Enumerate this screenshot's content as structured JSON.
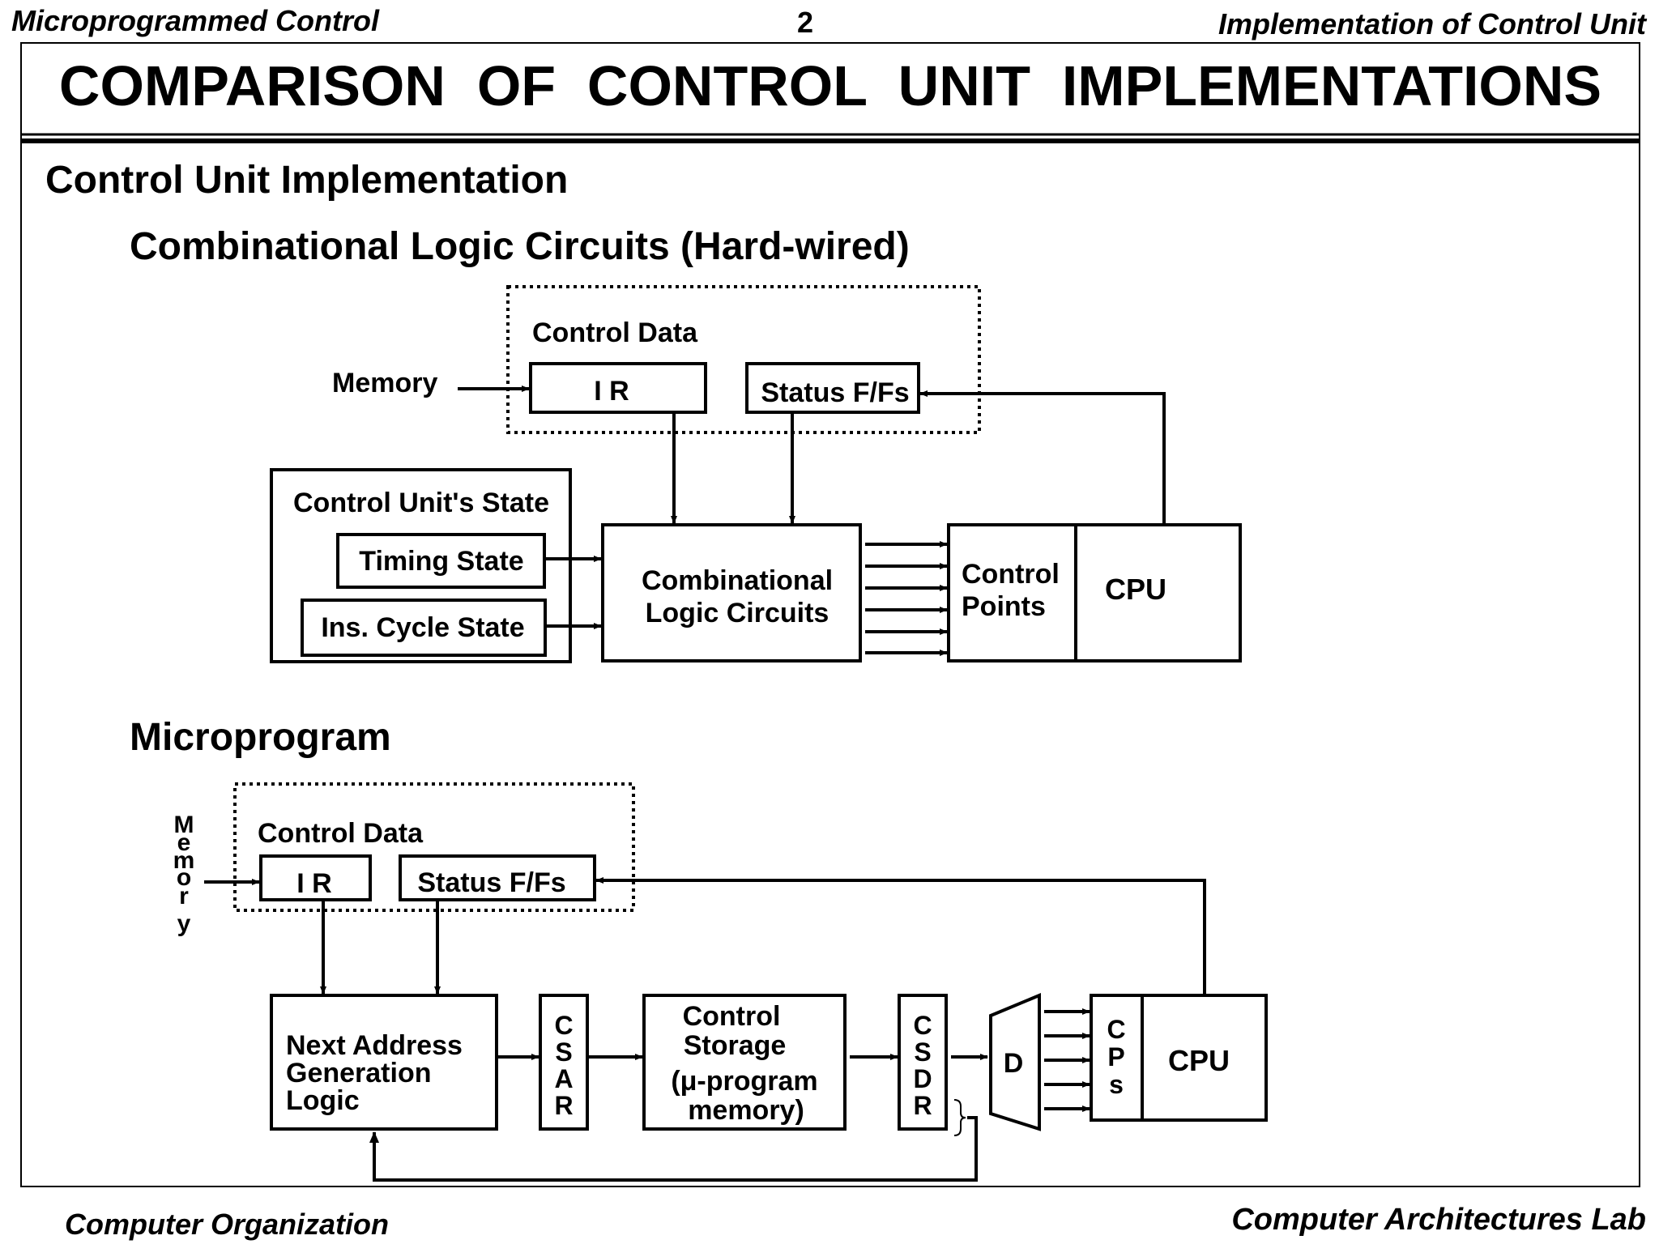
{
  "header": {
    "left": "Microprogrammed Control",
    "page_number": "2",
    "right": "Implementation of Control Unit"
  },
  "title": "COMPARISON  OF  CONTROL  UNIT  IMPLEMENTATIONS",
  "section_heading": "Control Unit Implementation",
  "hardwired": {
    "heading": "Combinational Logic Circuits (Hard-wired)",
    "control_data_label": "Control Data",
    "memory_label": "Memory",
    "ir_label": "I R",
    "status_label": "Status F/Fs",
    "cu_state_label": "Control Unit's State",
    "timing_state_label": "Timing State",
    "ins_cycle_label": "Ins. Cycle State",
    "combinational_line1": "Combinational",
    "combinational_line2": "Logic Circuits",
    "control_points_line1": "Control",
    "control_points_line2": "Points",
    "cpu_label": "CPU"
  },
  "microprogram": {
    "heading": "Microprogram",
    "control_data_label": "Control Data",
    "memory_letters": [
      "M",
      "e",
      "m",
      "o",
      "r",
      "y"
    ],
    "ir_label": "I R",
    "status_label": "Status F/Fs",
    "next_address_line1": "Next Address",
    "next_address_line2": "Generation",
    "next_address_line3": "Logic",
    "csar_letters": [
      "C",
      "S",
      "A",
      "R"
    ],
    "control_storage_line1": "Control",
    "control_storage_line2": "Storage",
    "control_storage_line3": "(μ-program",
    "control_storage_line4": "memory)",
    "csdr_letters": [
      "C",
      "S",
      "D",
      "R"
    ],
    "decoder_label": "D",
    "cps_letters": [
      "C",
      "P",
      "s"
    ],
    "cpu_label": "CPU"
  },
  "footer": {
    "left": "Computer Organization",
    "right": "Computer Architectures Lab"
  }
}
